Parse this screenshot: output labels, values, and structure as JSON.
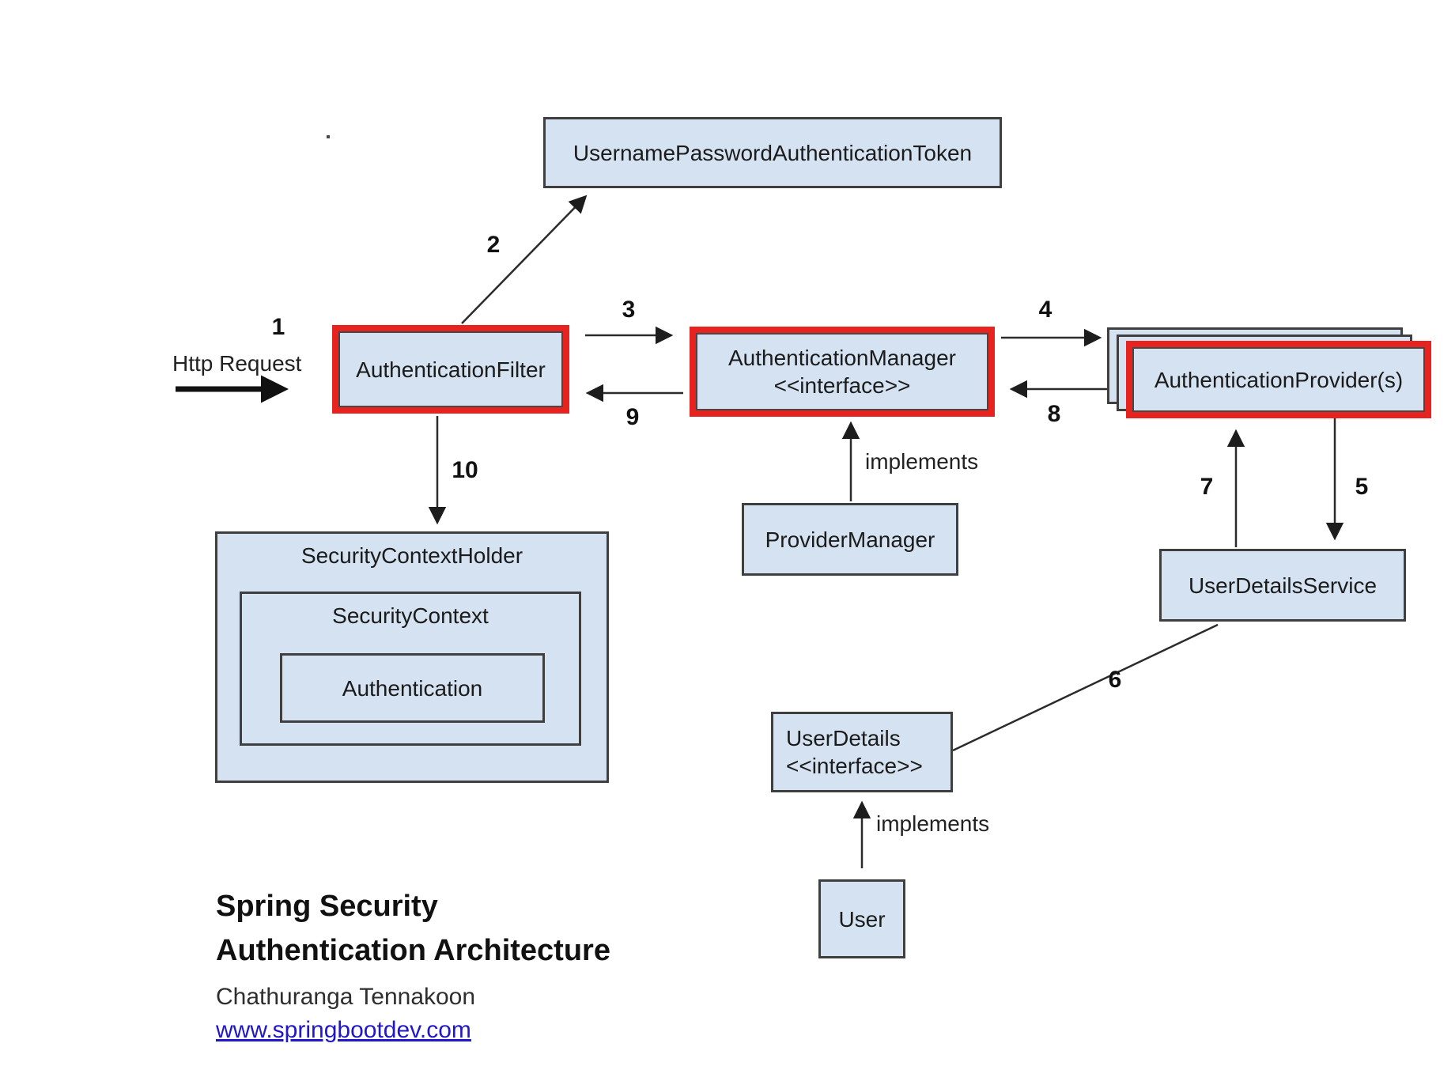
{
  "diagram": {
    "boxes": {
      "token": "UsernamePasswordAuthenticationToken",
      "filter": "AuthenticationFilter",
      "manager_line1": "AuthenticationManager",
      "manager_line2": "<<interface>>",
      "provider": "AuthenticationProvider(s)",
      "provider_manager": "ProviderManager",
      "user_details_service": "UserDetailsService",
      "user_details_line1": "UserDetails",
      "user_details_line2": "<<interface>>",
      "user": "User",
      "security_context_holder": "SecurityContextHolder",
      "security_context": "SecurityContext",
      "authentication": "Authentication"
    },
    "edge_labels": {
      "http_request": "Http Request",
      "implements_manager": "implements",
      "implements_userdetails": "implements",
      "n1": "1",
      "n2": "2",
      "n3": "3",
      "n4": "4",
      "n5": "5",
      "n6": "6",
      "n7": "7",
      "n8": "8",
      "n9": "9",
      "n10": "10"
    },
    "footer": {
      "title_line1": "Spring Security",
      "title_line2": "Authentication Architecture",
      "author": "Chathuranga Tennakoon",
      "website": "www.springbootdev.com"
    },
    "colors": {
      "box_fill": "#d4e2f1",
      "box_border": "#3f3f3f",
      "highlight_red": "#e7231f",
      "link_blue": "#2017c9"
    }
  }
}
